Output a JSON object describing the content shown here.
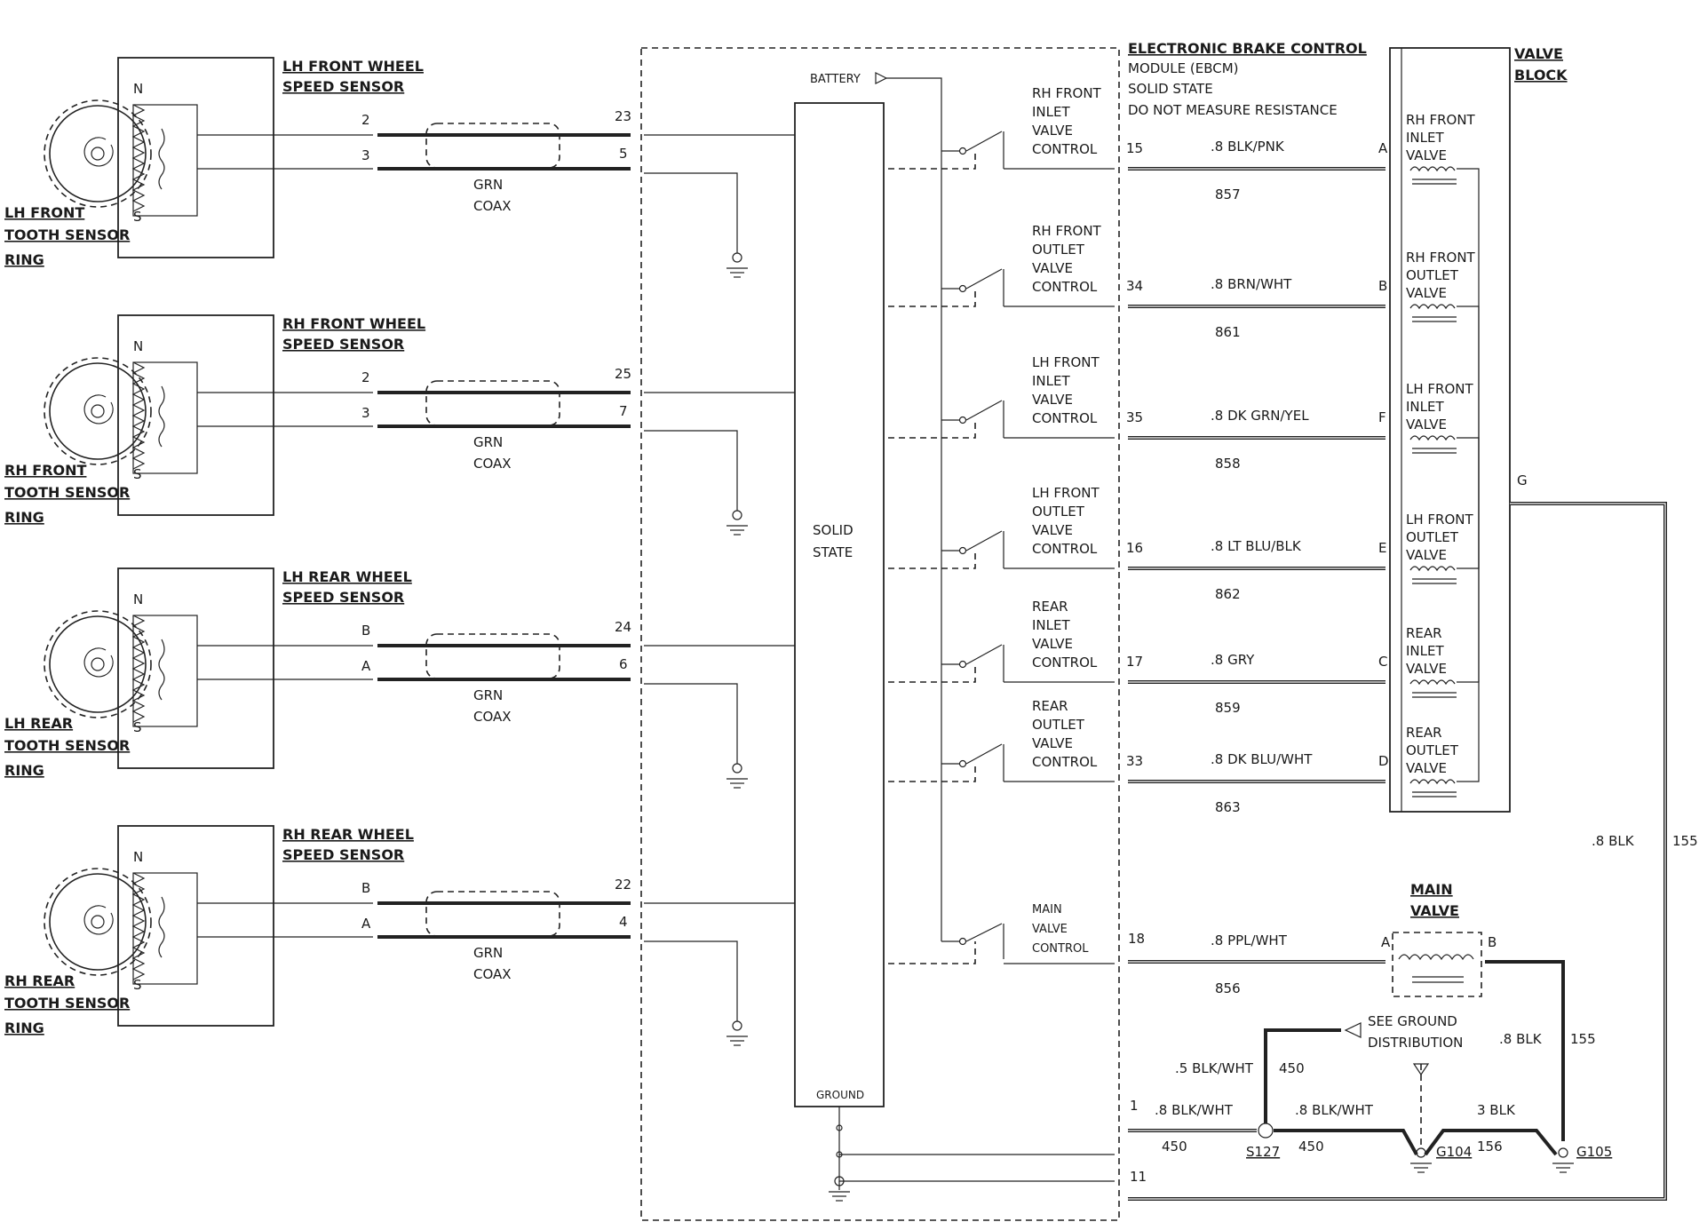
{
  "sensors": [
    {
      "title1": "LH FRONT WHEEL",
      "title2": "SPEED SENSOR",
      "ring1": "LH FRONT",
      "ring2": "TOOTH SENSOR",
      "ring3": "RING",
      "pinA": "2",
      "pinB": "3",
      "ecmA": "23",
      "ecmB": "5",
      "coax1": "GRN",
      "coax2": "COAX"
    },
    {
      "title1": "RH FRONT WHEEL",
      "title2": "SPEED SENSOR",
      "ring1": "RH FRONT",
      "ring2": "TOOTH SENSOR",
      "ring3": "RING",
      "pinA": "2",
      "pinB": "3",
      "ecmA": "25",
      "ecmB": "7",
      "coax1": "GRN",
      "coax2": "COAX"
    },
    {
      "title1": "LH REAR WHEEL",
      "title2": "SPEED SENSOR",
      "ring1": "LH REAR",
      "ring2": "TOOTH SENSOR",
      "ring3": "RING",
      "pinA": "B",
      "pinB": "A",
      "ecmA": "24",
      "ecmB": "6",
      "coax1": "GRN",
      "coax2": "COAX"
    },
    {
      "title1": "RH REAR WHEEL",
      "title2": "SPEED SENSOR",
      "ring1": "RH REAR",
      "ring2": "TOOTH SENSOR",
      "ring3": "RING",
      "pinA": "B",
      "pinB": "A",
      "ecmA": "22",
      "ecmB": "4",
      "coax1": "GRN",
      "coax2": "COAX"
    }
  ],
  "sensor_poles": {
    "n": "N",
    "s": "S"
  },
  "ebcm": {
    "title1": "ELECTRONIC BRAKE CONTROL",
    "title2": "MODULE (EBCM)",
    "note1": "SOLID STATE",
    "note2": "DO NOT MEASURE RESISTANCE",
    "battery": "BATTERY",
    "solid1": "SOLID",
    "solid2": "STATE",
    "ground": "GROUND"
  },
  "valve_block": {
    "title1": "VALVE",
    "title2": "BLOCK",
    "pin_g": "G"
  },
  "controls": [
    {
      "l1": "RH FRONT",
      "l2": "INLET",
      "l3": "VALVE",
      "l4": "CONTROL",
      "pin": "15",
      "wire": ".8 BLK/PNK",
      "circuit": "857",
      "vpin": "A",
      "v1": "RH FRONT",
      "v2": "INLET",
      "v3": "VALVE"
    },
    {
      "l1": "RH FRONT",
      "l2": "OUTLET",
      "l3": "VALVE",
      "l4": "CONTROL",
      "pin": "34",
      "wire": ".8 BRN/WHT",
      "circuit": "861",
      "vpin": "B",
      "v1": "RH FRONT",
      "v2": "OUTLET",
      "v3": "VALVE"
    },
    {
      "l1": "LH FRONT",
      "l2": "INLET",
      "l3": "VALVE",
      "l4": "CONTROL",
      "pin": "35",
      "wire": ".8 DK GRN/YEL",
      "circuit": "858",
      "vpin": "F",
      "v1": "LH FRONT",
      "v2": "INLET",
      "v3": "VALVE"
    },
    {
      "l1": "LH FRONT",
      "l2": "OUTLET",
      "l3": "VALVE",
      "l4": "CONTROL",
      "pin": "16",
      "wire": ".8 LT BLU/BLK",
      "circuit": "862",
      "vpin": "E",
      "v1": "LH FRONT",
      "v2": "OUTLET",
      "v3": "VALVE"
    },
    {
      "l1": "REAR",
      "l2": "INLET",
      "l3": "VALVE",
      "l4": "CONTROL",
      "pin": "17",
      "wire": ".8 GRY",
      "circuit": "859",
      "vpin": "C",
      "v1": "REAR",
      "v2": "INLET",
      "v3": "VALVE"
    },
    {
      "l1": "REAR",
      "l2": "OUTLET",
      "l3": "VALVE",
      "l4": "CONTROL",
      "pin": "33",
      "wire": ".8 DK BLU/WHT",
      "circuit": "863",
      "vpin": "D",
      "v1": "REAR",
      "v2": "OUTLET",
      "v3": "VALVE"
    }
  ],
  "main_control": {
    "l1": "MAIN",
    "l2": "VALVE",
    "l3": "CONTROL",
    "pin": "18",
    "wire": ".8 PPL/WHT",
    "circuit": "856"
  },
  "main_valve": {
    "title1": "MAIN",
    "title2": "VALVE",
    "pin_a": "A",
    "pin_b": "B"
  },
  "ground_circuit": {
    "pin1": "1",
    "pin11": "11",
    "wire1": ".8 BLK/WHT",
    "circ1": "450",
    "splice": "S127",
    "wire2": ".8 BLK/WHT",
    "circ2": "450",
    "wire3": ".5 BLK/WHT",
    "circ3": "450",
    "see1": "SEE GROUND",
    "see2": "DISTRIBUTION",
    "g104": "G104",
    "g105": "G105",
    "wire4": "3 BLK",
    "circ4": "156",
    "wire5": ".8 BLK",
    "circ5": "155",
    "wire6": ".8 BLK",
    "circ6": "155"
  }
}
